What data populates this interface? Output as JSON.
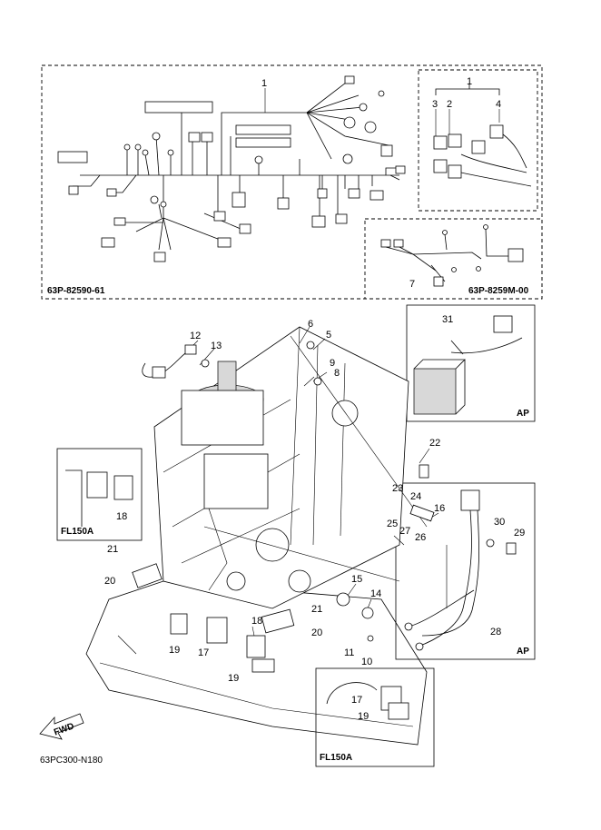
{
  "diagram": {
    "harness_box_code": "63P-82590-61",
    "sub_harness_box_code": "63P-8259M-00",
    "figure_code": "63PC300-N180",
    "fwd_label": "FWD",
    "callouts": {
      "c1a": "1",
      "c1b": "1",
      "c2": "2",
      "c3": "3",
      "c4": "4",
      "c5": "5",
      "c6": "6",
      "c7": "7",
      "c8": "8",
      "c9": "9",
      "c10": "10",
      "c11": "11",
      "c12": "12",
      "c13": "13",
      "c14": "14",
      "c15": "15",
      "c16": "16",
      "c17a": "17",
      "c17b": "17",
      "c18a": "18",
      "c18b": "18",
      "c19a": "19",
      "c19b": "19",
      "c19c": "19",
      "c20a": "20",
      "c20b": "20",
      "c21a": "21",
      "c21b": "21",
      "c22": "22",
      "c23": "23",
      "c24": "24",
      "c25": "25",
      "c26": "26",
      "c27": "27",
      "c28": "28",
      "c29": "29",
      "c30": "30",
      "c31": "31"
    },
    "inset_labels": {
      "ap_battery": "AP",
      "ap_cable": "AP",
      "fl150a_left": "FL150A",
      "fl150a_bottom": "FL150A"
    }
  }
}
